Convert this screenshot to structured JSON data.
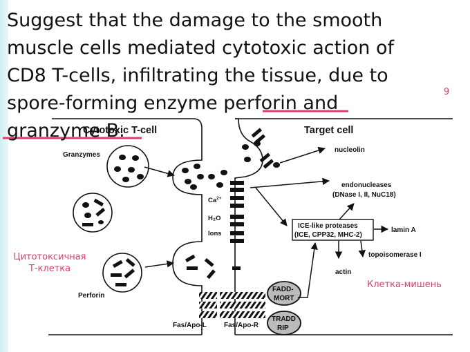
{
  "slide": {
    "title_lines": [
      "Suggest that the damage to the smooth",
      "muscle cells mediated cytotoxic action of",
      "CD8 T-cells, infiltrating the tissue, due to",
      "spore-forming enzyme perforin and",
      "granzyme B."
    ],
    "page_number": "9",
    "caption_tcell": "Цитотоксичная\nТ-клетка",
    "caption_target": "Клетка-мишень",
    "accent_color": "#e03a6e"
  },
  "diagram": {
    "cytotoxic_label": "Cytotoxic T-cell",
    "target_label": "Target cell",
    "granzymes": "Granzymes",
    "perforin": "Perforin",
    "nucleolin": "nucleolin",
    "endonucleases_line1": "endonucleases",
    "endonucleases_line2": "(DNase I, II, NuC18)",
    "ca": "Ca",
    "ca_sup": "2+",
    "h2o": "H₂O",
    "ions": "Ions",
    "ice_line1": "ICE-like proteases",
    "ice_line2": "(ICE, CPP32, MHC-2)",
    "lamin": "lamin A",
    "topo": "topoisomerase I",
    "actin": "actin",
    "fadd_line1": "FADD-",
    "fadd_line2": "MORT",
    "tradd_line1": "TRADD",
    "tradd_line2": "RIP",
    "fas_l": "Fas/Apo-L",
    "fas_r": "Fas/Apo-R"
  }
}
